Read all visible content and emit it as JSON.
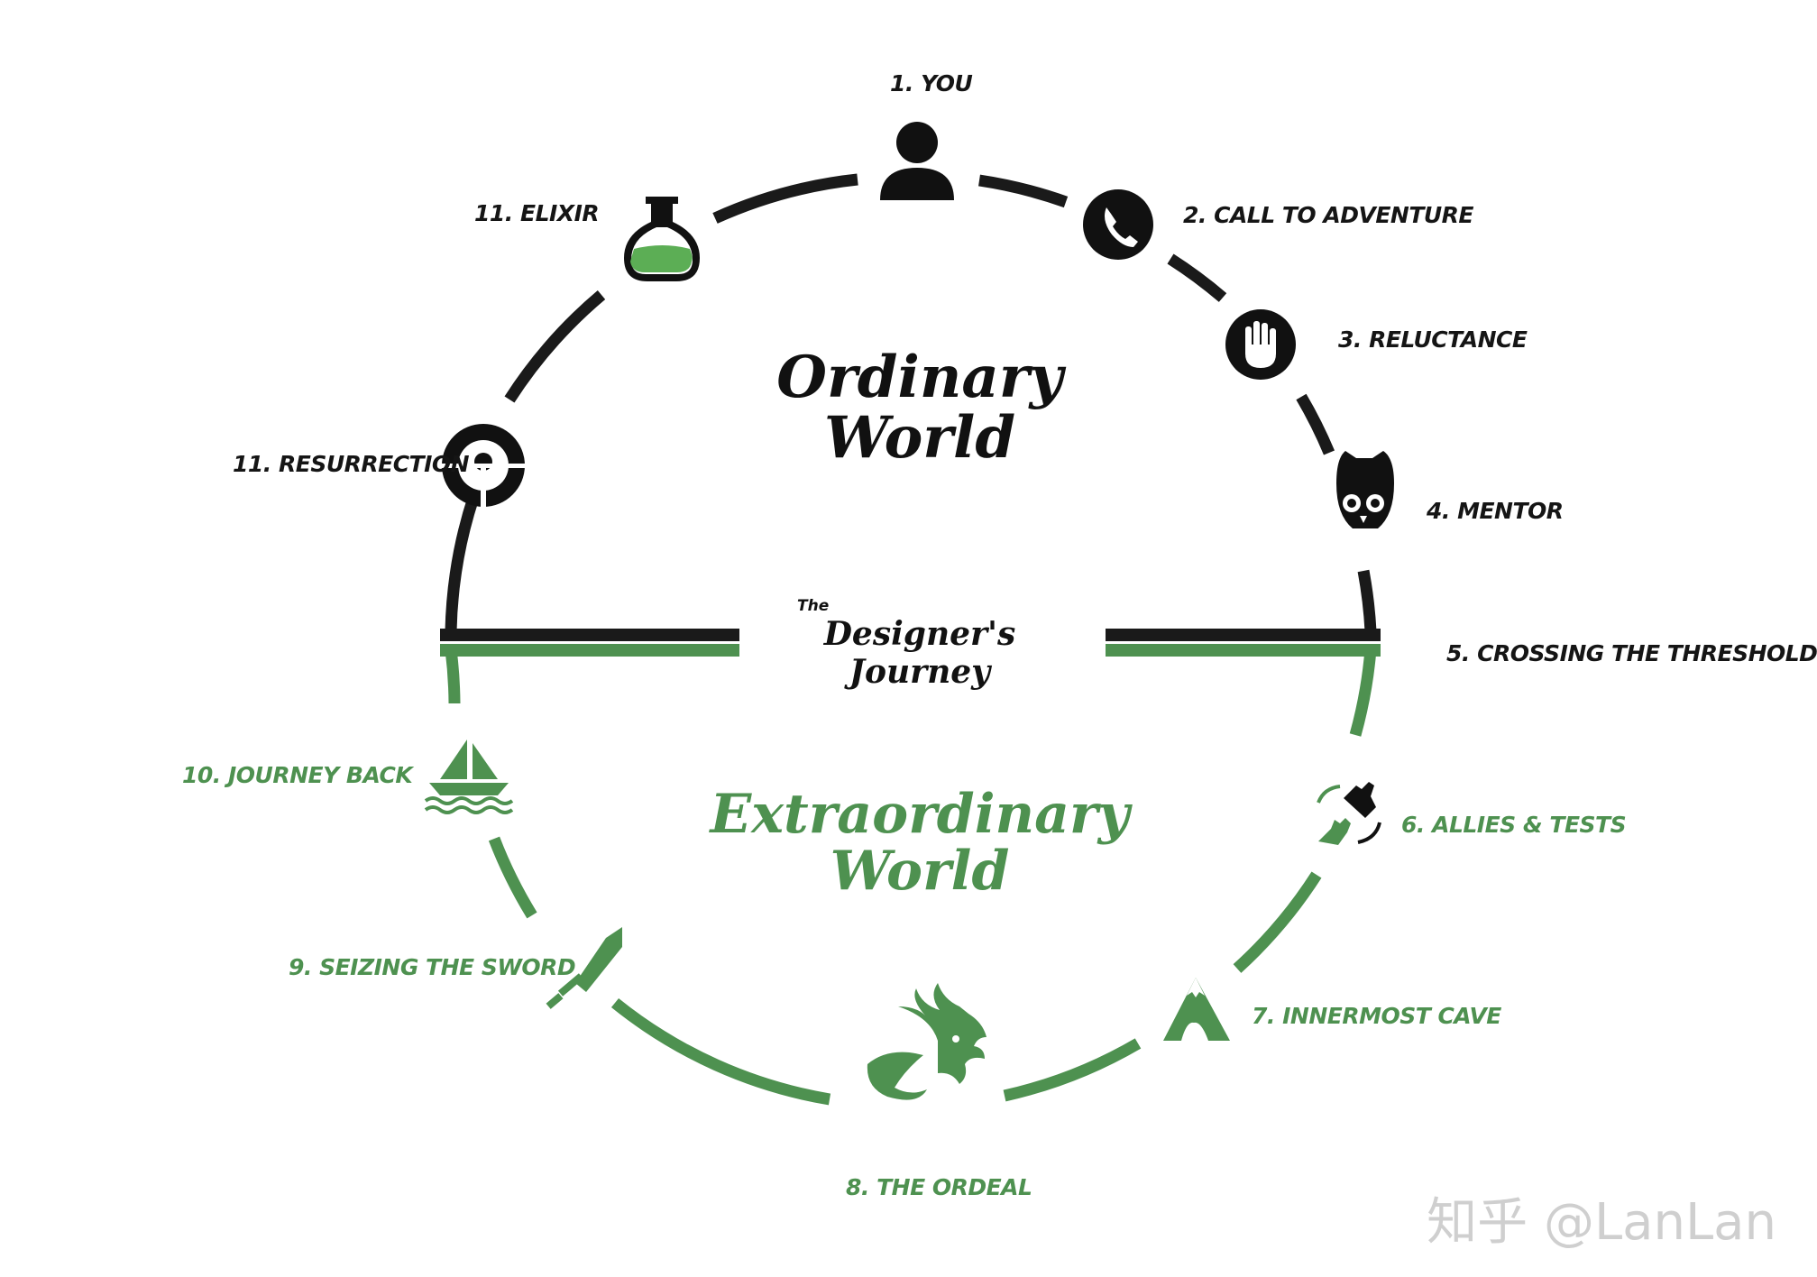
{
  "diagram": {
    "titles": {
      "ordinary_line1": "Ordinary",
      "ordinary_line2": "World",
      "extra_line1": "Extraordinary",
      "extra_line2": "World",
      "band_small": "The",
      "band_big": "Designer's Journey"
    },
    "stages": [
      {
        "label": "1. YOU",
        "icon": "person-icon"
      },
      {
        "label": "2. CALL TO ADVENTURE",
        "icon": "phone-icon"
      },
      {
        "label": "3. RELUCTANCE",
        "icon": "hand-stop-icon"
      },
      {
        "label": "4. MENTOR",
        "icon": "owl-icon"
      },
      {
        "label": "5. CROSSING THE THRESHOLD",
        "icon": ""
      },
      {
        "label": "6. ALLIES & TESTS",
        "icon": "allies-hands-icon"
      },
      {
        "label": "7. INNERMOST CAVE",
        "icon": "mountain-cave-icon"
      },
      {
        "label": "8. THE ORDEAL",
        "icon": "dragon-icon"
      },
      {
        "label": "9. SEIZING THE SWORD",
        "icon": "sword-icon"
      },
      {
        "label": "10. JOURNEY BACK",
        "icon": "sailboat-icon"
      },
      {
        "label": "11. RESURRECTION",
        "icon": "resurrection-icon"
      },
      {
        "label": "11. ELIXIR",
        "icon": "flask-icon"
      }
    ],
    "colors": {
      "ordinary": "#1a1a1a",
      "extraordinary": "#4e9150"
    },
    "watermark": "知乎 @LanLan"
  }
}
